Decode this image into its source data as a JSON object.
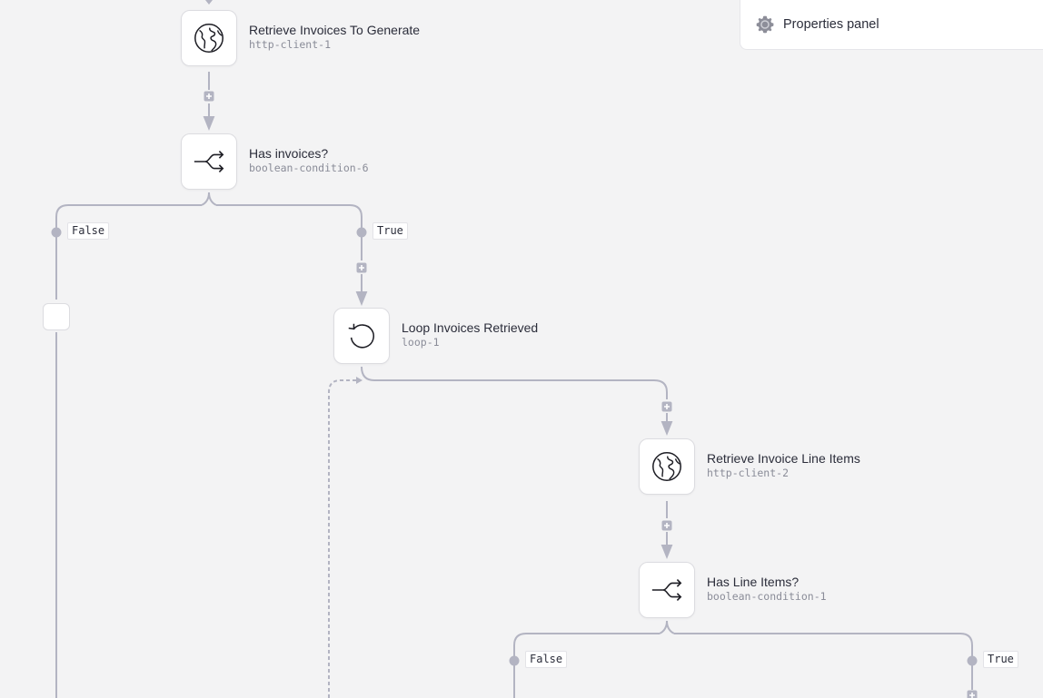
{
  "properties_panel": {
    "title": "Properties panel",
    "icon": "gear-icon"
  },
  "nodes": [
    {
      "title": "Retrieve Invoices To Generate",
      "subtitle": "http-client-1",
      "icon": "globe-icon"
    },
    {
      "title": "Has invoices?",
      "subtitle": "boolean-condition-6",
      "icon": "branch-split-icon"
    },
    {
      "title": "Loop Invoices Retrieved",
      "subtitle": "loop-1",
      "icon": "loop-icon"
    },
    {
      "title": "Retrieve Invoice Line Items",
      "subtitle": "http-client-2",
      "icon": "globe-icon"
    },
    {
      "title": "Has Line Items?",
      "subtitle": "boolean-condition-1",
      "icon": "branch-split-icon"
    }
  ],
  "branches": {
    "has_invoices": {
      "false_label": "False",
      "true_label": "True"
    },
    "has_line_items": {
      "false_label": "False",
      "true_label": "True"
    }
  },
  "colors": {
    "edge": "#b3b4c2",
    "canvas_bg": "#f3f3f4",
    "node_bg": "#ffffff",
    "text": "#2b2d3a",
    "subtext": "#8a8c98"
  }
}
